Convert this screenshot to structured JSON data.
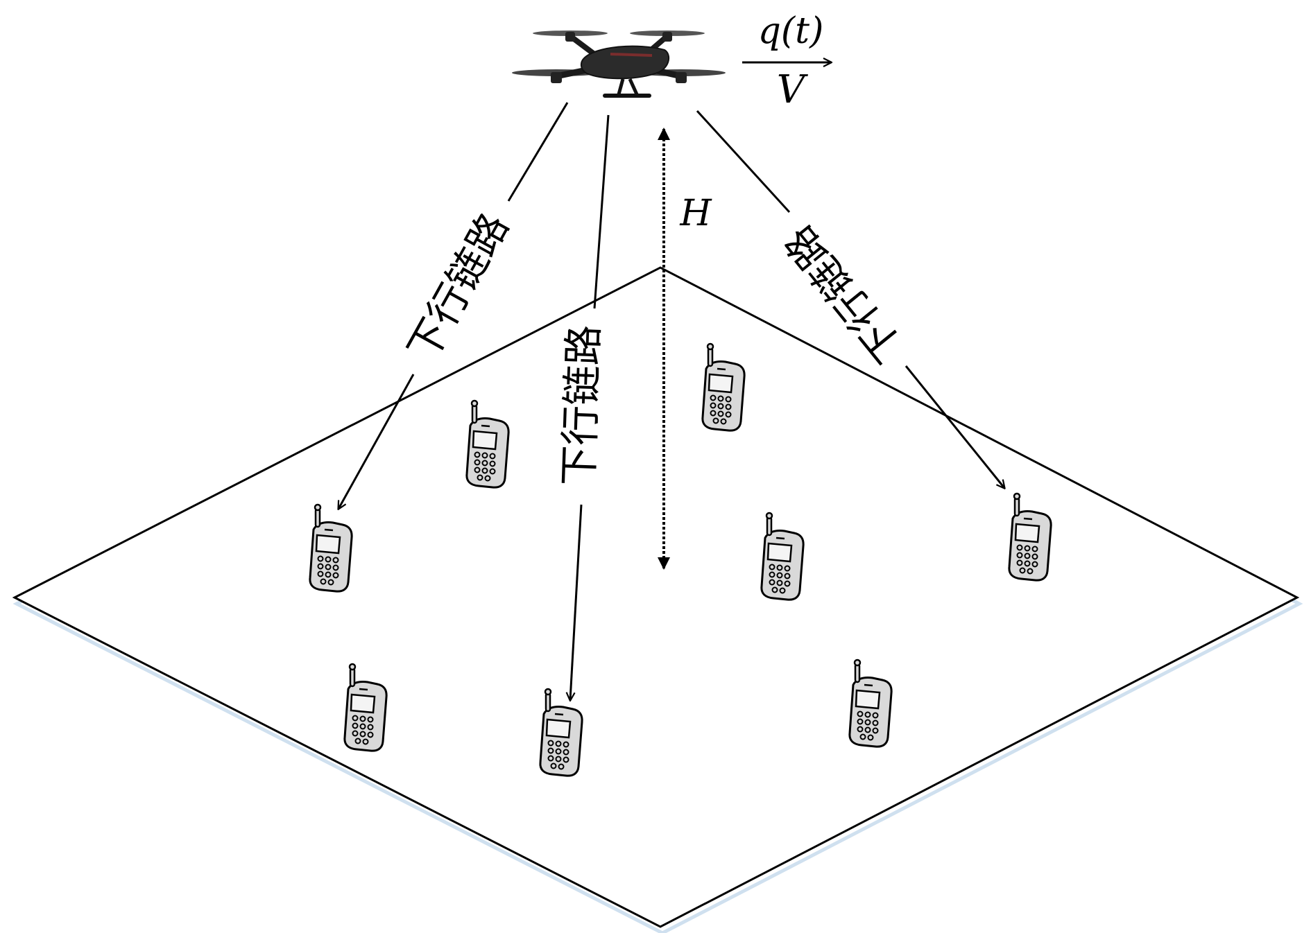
{
  "labels": {
    "trajectory": "q(t)",
    "velocity": "V",
    "height": "H",
    "link_left": "下行链路",
    "link_middle": "下行链路",
    "link_right": "下行链路"
  },
  "colors": {
    "stroke": "#000000",
    "ground_shadow": "#cfe0ef",
    "drone_body": "#2b2b2b",
    "drone_dark": "#111111",
    "drone_accent": "#7a2d2d",
    "phone_body": "#d9d9d9",
    "phone_screen": "#f4f4f4"
  },
  "icons": {
    "uav": "quadcopter-drone-icon",
    "user": "mobile-phone-icon"
  }
}
